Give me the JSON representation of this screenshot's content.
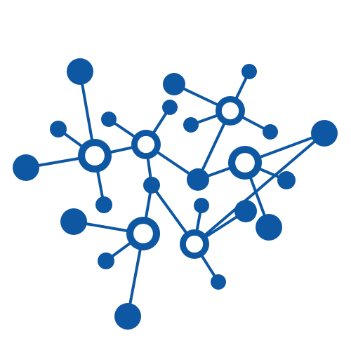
{
  "diagram": {
    "name": "molecular-network-graphic",
    "colors": {
      "node": "#0d57a3",
      "background": "#ffffff"
    },
    "nodes": [
      {
        "id": "hub-1",
        "kind": "hub"
      },
      {
        "id": "hub-2",
        "kind": "hub"
      },
      {
        "id": "hub-3",
        "kind": "hub"
      },
      {
        "id": "hub-4",
        "kind": "hub"
      },
      {
        "id": "hub-5",
        "kind": "hub"
      },
      {
        "id": "hub-6",
        "kind": "hub"
      },
      {
        "id": "leaf-1",
        "kind": "dot"
      },
      {
        "id": "leaf-2",
        "kind": "dot"
      },
      {
        "id": "leaf-3",
        "kind": "dot"
      },
      {
        "id": "leaf-4",
        "kind": "dot"
      },
      {
        "id": "leaf-5",
        "kind": "dot"
      },
      {
        "id": "leaf-6",
        "kind": "dot"
      },
      {
        "id": "leaf-7",
        "kind": "dot"
      },
      {
        "id": "leaf-8",
        "kind": "dot"
      },
      {
        "id": "leaf-9",
        "kind": "dot"
      },
      {
        "id": "leaf-10",
        "kind": "dot"
      },
      {
        "id": "leaf-11",
        "kind": "dot"
      },
      {
        "id": "leaf-12",
        "kind": "dot"
      },
      {
        "id": "leaf-13",
        "kind": "dot"
      },
      {
        "id": "leaf-14",
        "kind": "dot"
      },
      {
        "id": "leaf-15",
        "kind": "dot"
      },
      {
        "id": "leaf-16",
        "kind": "dot"
      },
      {
        "id": "leaf-17",
        "kind": "dot"
      },
      {
        "id": "leaf-18",
        "kind": "dot"
      },
      {
        "id": "leaf-19",
        "kind": "dot"
      },
      {
        "id": "leaf-20",
        "kind": "dot"
      },
      {
        "id": "leaf-21",
        "kind": "dot"
      }
    ],
    "edges": [
      [
        "hub-1",
        "leaf-1"
      ],
      [
        "hub-1",
        "leaf-2"
      ],
      [
        "hub-1",
        "leaf-3"
      ],
      [
        "hub-1",
        "leaf-4"
      ],
      [
        "hub-1",
        "hub-2"
      ],
      [
        "hub-2",
        "leaf-5"
      ],
      [
        "hub-2",
        "leaf-6"
      ],
      [
        "hub-2",
        "leaf-9"
      ],
      [
        "hub-2",
        "leaf-13"
      ],
      [
        "hub-3",
        "leaf-7"
      ],
      [
        "hub-3",
        "leaf-8"
      ],
      [
        "hub-3",
        "leaf-10"
      ],
      [
        "hub-3",
        "leaf-11"
      ],
      [
        "hub-3",
        "leaf-9"
      ],
      [
        "hub-4",
        "leaf-12"
      ],
      [
        "hub-4",
        "leaf-9"
      ],
      [
        "hub-4",
        "leaf-16"
      ],
      [
        "hub-4",
        "leaf-17"
      ],
      [
        "hub-5",
        "leaf-13"
      ],
      [
        "hub-5",
        "leaf-14"
      ],
      [
        "hub-5",
        "leaf-15"
      ],
      [
        "hub-5",
        "leaf-18"
      ],
      [
        "hub-6",
        "leaf-13"
      ],
      [
        "hub-6",
        "leaf-19"
      ],
      [
        "hub-6",
        "leaf-20"
      ],
      [
        "hub-6",
        "leaf-21"
      ],
      [
        "hub-6",
        "leaf-12"
      ]
    ]
  }
}
